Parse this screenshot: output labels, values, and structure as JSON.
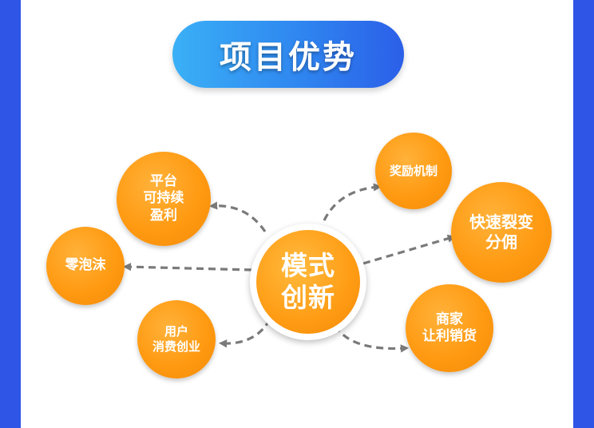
{
  "title": "项目优势",
  "center": {
    "lines": [
      "模式",
      "创新"
    ]
  },
  "nodes": [
    {
      "id": "platform",
      "lines": [
        "平台",
        "可持续",
        "盈利"
      ]
    },
    {
      "id": "zero-bubble",
      "lines": [
        "零泡沫"
      ]
    },
    {
      "id": "user-consume",
      "lines": [
        "用户",
        "消费创业"
      ]
    },
    {
      "id": "reward",
      "lines": [
        "奖励机制"
      ]
    },
    {
      "id": "fission",
      "lines": [
        "快速裂变",
        "分佣"
      ]
    },
    {
      "id": "merchant",
      "lines": [
        "商家",
        "让利销货"
      ]
    }
  ],
  "colors": {
    "background": "#2f55e6",
    "node_fill": "#ff9a12",
    "arrow": "#7a7a7a",
    "title_gradient_start": "#3ab0f6",
    "title_gradient_end": "#2b5fe8"
  }
}
